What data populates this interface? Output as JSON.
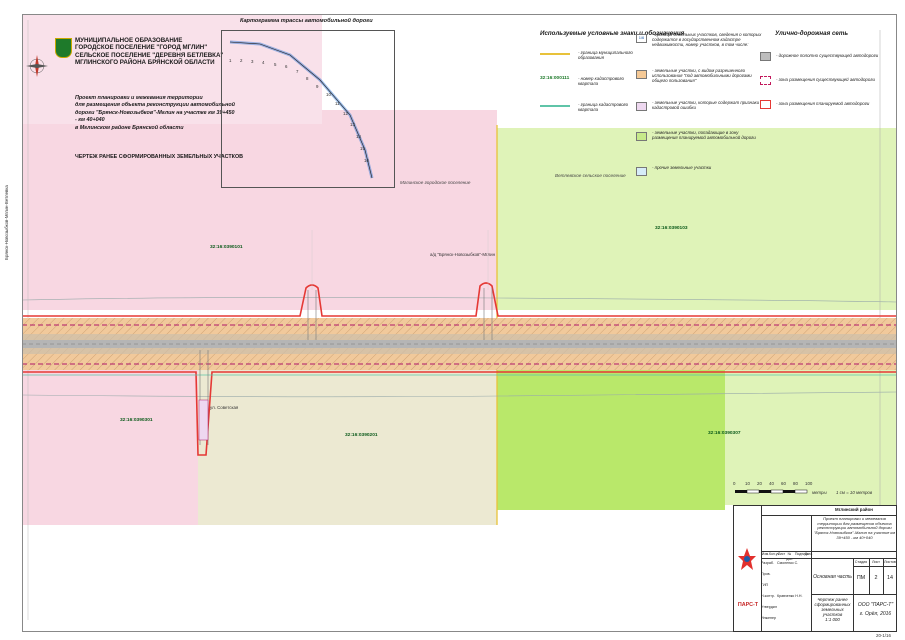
{
  "header": {
    "emblem": "coat-of-arms",
    "municipality_lines": [
      "МУНИЦИПАЛЬНОЕ ОБРАЗОВАНИЕ",
      "ГОРОДСКОЕ ПОСЕЛЕНИЕ \"ГОРОД МГЛИН\"",
      "СЕЛЬСКОЕ ПОСЕЛЕНИЕ \"ДЕРЕВНЯ БЕТЛЕВКА\"",
      "МГЛИНСКОГО РАЙОНА БРЯНСКОЙ ОБЛАСТИ"
    ],
    "project_lines": [
      "Проект планировки и межевания территории",
      "для размещения объекта реконструкции автомобильной",
      "дороги \"Брянск-Новозыбков\"-Мглин на участке км 39+450 - км 40+040",
      "в Мглинском районе Брянской области"
    ],
    "sheet_title": "ЧЕРТЕЖ РАНЕЕ СФОРМИРОВАННЫХ ЗЕМЕЛЬНЫХ УЧАСТКОВ"
  },
  "inset": {
    "title": "Картограмма трассы автомобильной дороги",
    "picket_numbers": [
      "1",
      "2",
      "3",
      "4",
      "5",
      "6",
      "7",
      "8",
      "9",
      "10",
      "11",
      "12",
      "13",
      "14",
      "15",
      "16"
    ]
  },
  "legend": {
    "title": "Используемые условные знаки и обозначения",
    "left_items": [
      {
        "id": "municipal-boundary",
        "text": "- граница муниципального образования",
        "color": "#e8c23a"
      },
      {
        "id": "quarter-number",
        "text": "- номер кадастрового квартала",
        "code": "32:16:000111",
        "color": "#1e7a2a"
      },
      {
        "id": "quarter-boundary",
        "text": "- граница кадастрового квартала",
        "color": "#5fc4a8"
      }
    ],
    "middle_items": [
      {
        "id": "parcels-in-registry",
        "text": "- границы земельных участков, сведения о которых содержатся в государственном кадастре недвижимости, номер участков, в том числе:",
        "code": "1/6",
        "color": "#ffffff"
      },
      {
        "id": "public-road-parcels",
        "text": "- земельные участки, с видом разрешенного использования \"под автомобильными дорогами общего пользования\"",
        "color": "#f5c996"
      },
      {
        "id": "registry-error-parcels",
        "text": "- земельные участки, которые содержат признаки кадастровой ошибки",
        "color": "#eed8f0"
      },
      {
        "id": "planned-zone-parcels",
        "text": "- земельные участки, попадающие в зону размещения планируемой автомобильной дороги",
        "color": "#c6e98a"
      },
      {
        "id": "other-parcels",
        "text": "- прочие земельные участки",
        "color": "#d6ecf8"
      }
    ],
    "right_title": "Улично-дорожная сеть",
    "right_items": [
      {
        "id": "existing-road",
        "text": "- дорожное полотно существующей автодороги",
        "color": "#bdbdbd"
      },
      {
        "id": "existing-road-zone",
        "text": "- зона размещения существующей автодороги",
        "color": "#c2185b"
      },
      {
        "id": "planned-road-zone",
        "text": "- зона размещения планируемой автодороги",
        "color": "#e53935"
      }
    ]
  },
  "map": {
    "areas": [
      "Мглинское городское поселение",
      "Ветлевское сельское поселение"
    ],
    "cadastral_codes": [
      "32:16:0390101",
      "32:16:0390103",
      "32:16:0390301",
      "32:16:0390201",
      "32:16:0390307"
    ],
    "road_labels": [
      "а/д \"Брянск-Новозыбков\"-Мглин",
      "ул. Советская"
    ],
    "side_labels": [
      "Брянск-Новозыбков-Мглин-Ветлевка"
    ],
    "scale_ticks": [
      "0",
      "10",
      "20",
      "40",
      "60",
      "80",
      "100"
    ],
    "scale_unit": "метры",
    "scale_text": "1 см = 10 метров"
  },
  "stamp": {
    "title": "Мглинский район",
    "project_text": "Проект планировки и межевания территории для размещения объекта реконструкции автомобильной дороги \"Брянск-Новозыбков\"-Мглин на участке км 39+450 - км 40+040",
    "stage_header": [
      "Стадия",
      "Лист",
      "Листов"
    ],
    "stage_values": [
      "ПМ",
      "2",
      "14"
    ],
    "section": "Основная часть",
    "drawing_title": "Чертеж ранее сформированных земельных участков",
    "drawing_scale": "1:1 000",
    "company": "ООО \"ПАРС-Т\"",
    "city": "г. Орёл, 2016",
    "logo_text": "ПАРС-Т",
    "cols": [
      "Изм.",
      "Кол.уч",
      "Лист",
      "№ док.",
      "Подпись",
      "Дата"
    ],
    "roles": [
      "Разраб.",
      "Пров.",
      "ГИП",
      "Н.контр.",
      "Утвердил",
      "Инженер"
    ],
    "names": [
      "Смоленко С.",
      "Кравченко Н.Н."
    ],
    "sheet_code": "20-1/16"
  },
  "colors": {
    "pink_zone": "#f8d7e2",
    "green_zone": "#dff3b8",
    "bright_green_zone": "#b9e86a",
    "beige_zone": "#ece9d2",
    "road_hatch": "#f1c99b",
    "planned_red": "#e53935",
    "magenta": "#b0186a"
  }
}
